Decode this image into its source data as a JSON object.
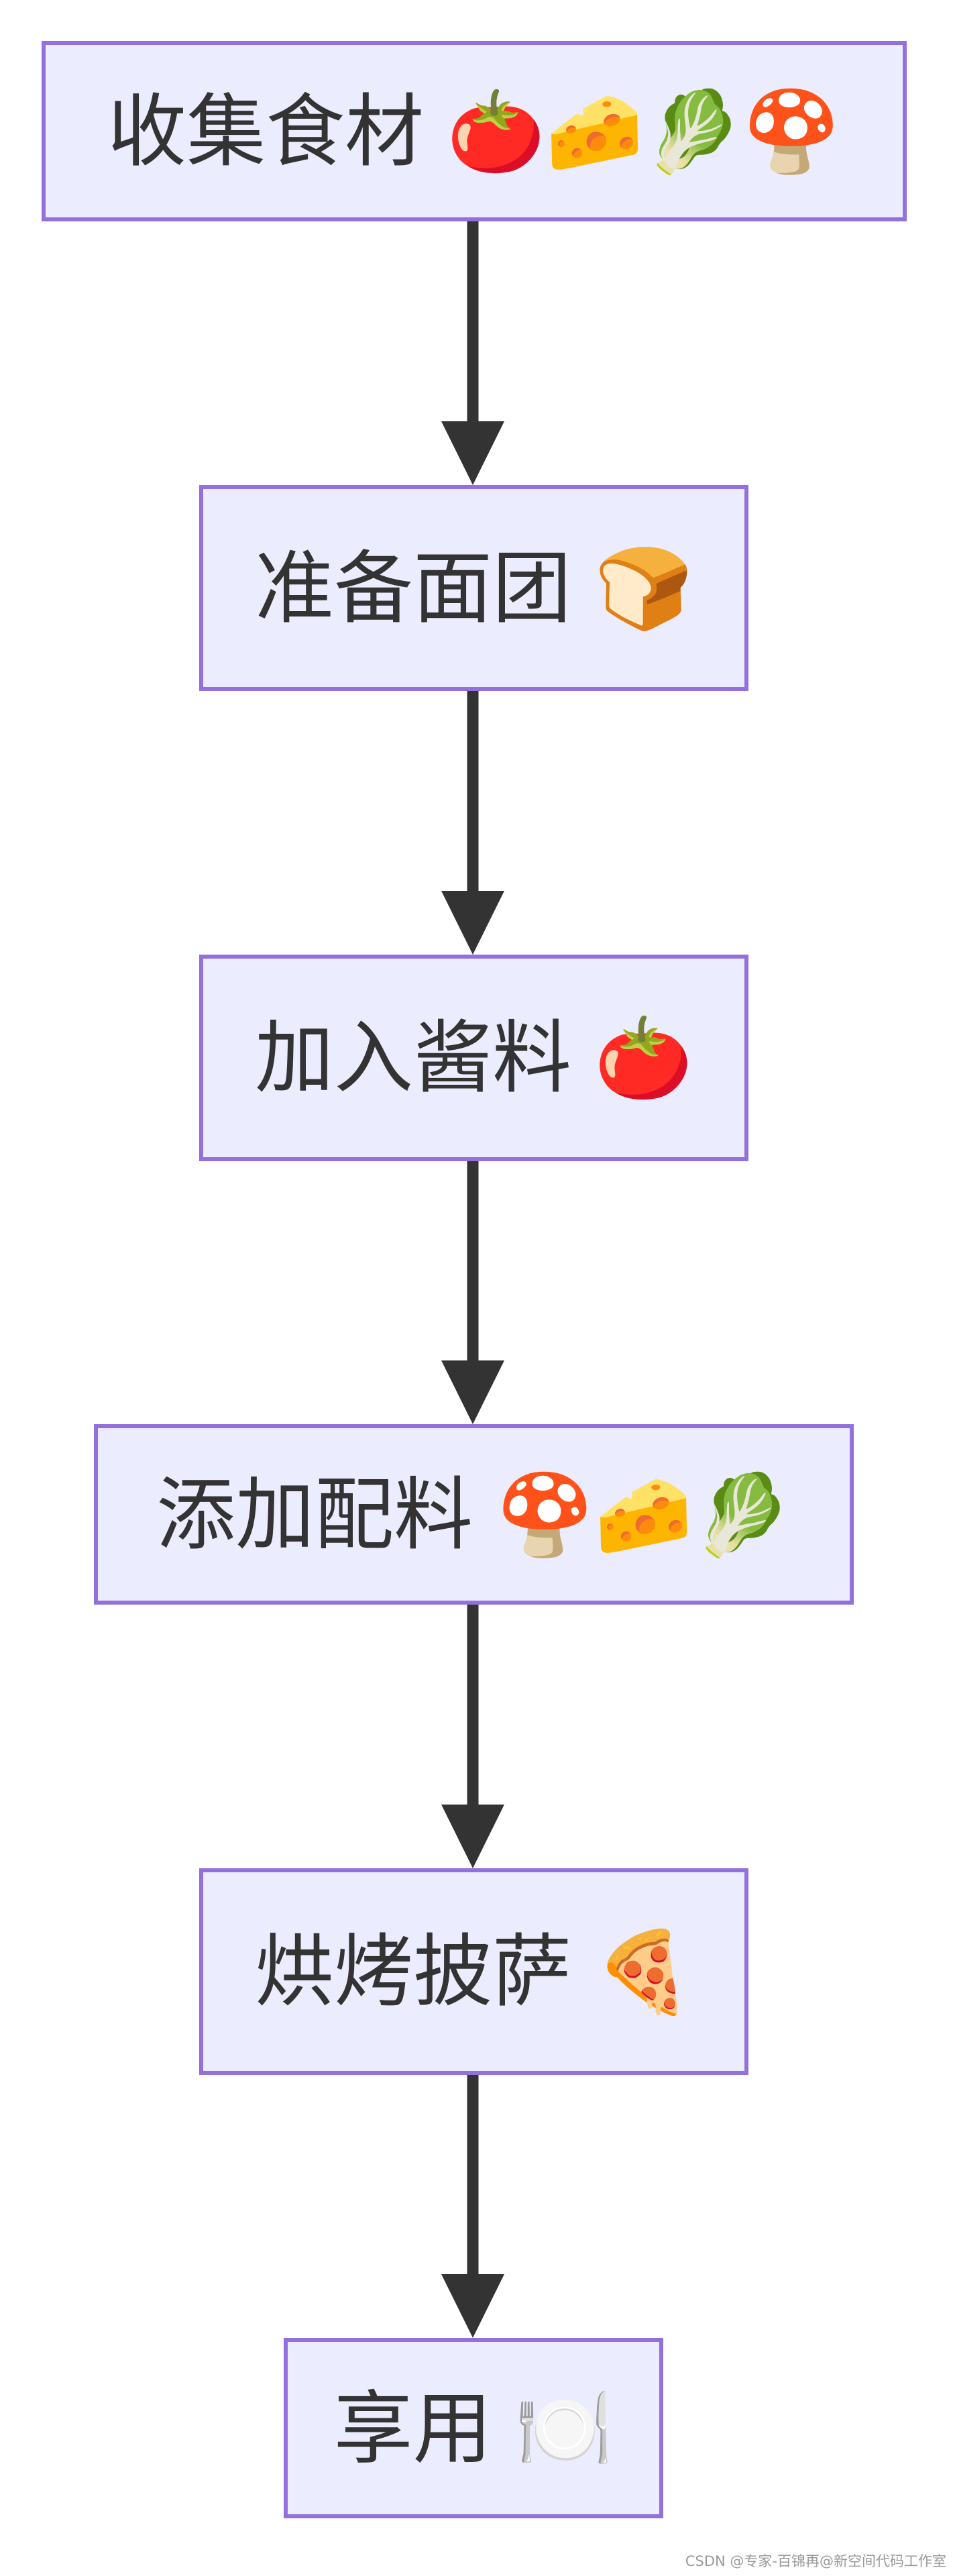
{
  "diagram": {
    "nodes": [
      {
        "id": "gather",
        "label": "收集食材",
        "emojis": "🍅🧀🥬🍄"
      },
      {
        "id": "dough",
        "label": "准备面团",
        "emojis": "🍞"
      },
      {
        "id": "sauce",
        "label": "加入酱料",
        "emojis": "🍅"
      },
      {
        "id": "toppings",
        "label": "添加配料",
        "emojis": "🍄🧀🥬"
      },
      {
        "id": "bake",
        "label": "烘烤披萨",
        "emojis": "🍕"
      },
      {
        "id": "enjoy",
        "label": "享用",
        "emojis": "🍽️"
      }
    ],
    "edges": [
      {
        "from": "gather",
        "to": "dough"
      },
      {
        "from": "dough",
        "to": "sauce"
      },
      {
        "from": "sauce",
        "to": "toppings"
      },
      {
        "from": "toppings",
        "to": "bake"
      },
      {
        "from": "bake",
        "to": "enjoy"
      }
    ],
    "colors": {
      "node_fill": "#ECECFF",
      "node_border": "#9370DB",
      "arrow": "#333333",
      "text": "#333333"
    }
  },
  "watermark": "CSDN @专家-百锦再@新空间代码工作室"
}
